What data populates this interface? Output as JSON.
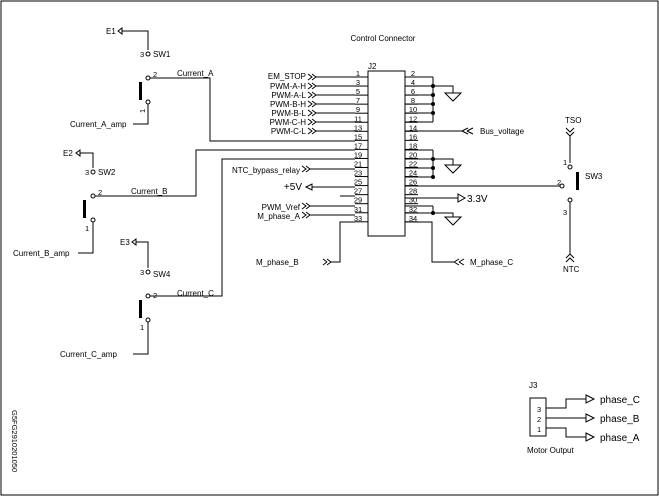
{
  "title": "Control Connector",
  "connector": {
    "ref": "J2",
    "left_pins": [
      "1",
      "3",
      "5",
      "7",
      "9",
      "11",
      "13",
      "15",
      "17",
      "19",
      "21",
      "23",
      "25",
      "27",
      "29",
      "31",
      "33"
    ],
    "right_pins": [
      "2",
      "4",
      "6",
      "8",
      "10",
      "12",
      "14",
      "16",
      "18",
      "20",
      "22",
      "24",
      "26",
      "28",
      "30",
      "32",
      "34"
    ]
  },
  "signals": {
    "em_stop": "EM_STOP",
    "pwm_a_h": "PWM-A-H",
    "pwm_a_l": "PWM-A-L",
    "pwm_b_h": "PWM-B-H",
    "pwm_b_l": "PWM-B-L",
    "pwm_c_h": "PWM-C-H",
    "pwm_c_l": "PWM-C-L",
    "ntc_bypass": "NTC_bypass_relay",
    "plus5v": "+5V",
    "pwm_vref": "PWM_Vref",
    "m_phase_a": "M_phase_A",
    "bus_voltage": "Bus_voltage",
    "v33": "3.3V",
    "m_phase_b": "M_phase_B",
    "m_phase_c": "M_phase_C"
  },
  "switches": {
    "sw1": {
      "ref": "SW1",
      "e": "E1",
      "current": "Current_A",
      "amp": "Current_A_amp"
    },
    "sw2": {
      "ref": "SW2",
      "e": "E2",
      "current": "Current_B",
      "amp": "Current_B_amp"
    },
    "sw4": {
      "ref": "SW4",
      "e": "E3",
      "current": "Current_C",
      "amp": "Current_C_amp"
    },
    "sw3": {
      "ref": "SW3",
      "top": "TSO",
      "bottom": "NTC"
    },
    "pin1": "1",
    "pin2": "2",
    "pin3": "3"
  },
  "motor_output": {
    "ref": "J3",
    "caption": "Motor Output",
    "pins": [
      "3",
      "2",
      "1"
    ],
    "phases": [
      "phase_C",
      "phase_B",
      "phase_A"
    ]
  },
  "side_code": "G5FG2910201050"
}
